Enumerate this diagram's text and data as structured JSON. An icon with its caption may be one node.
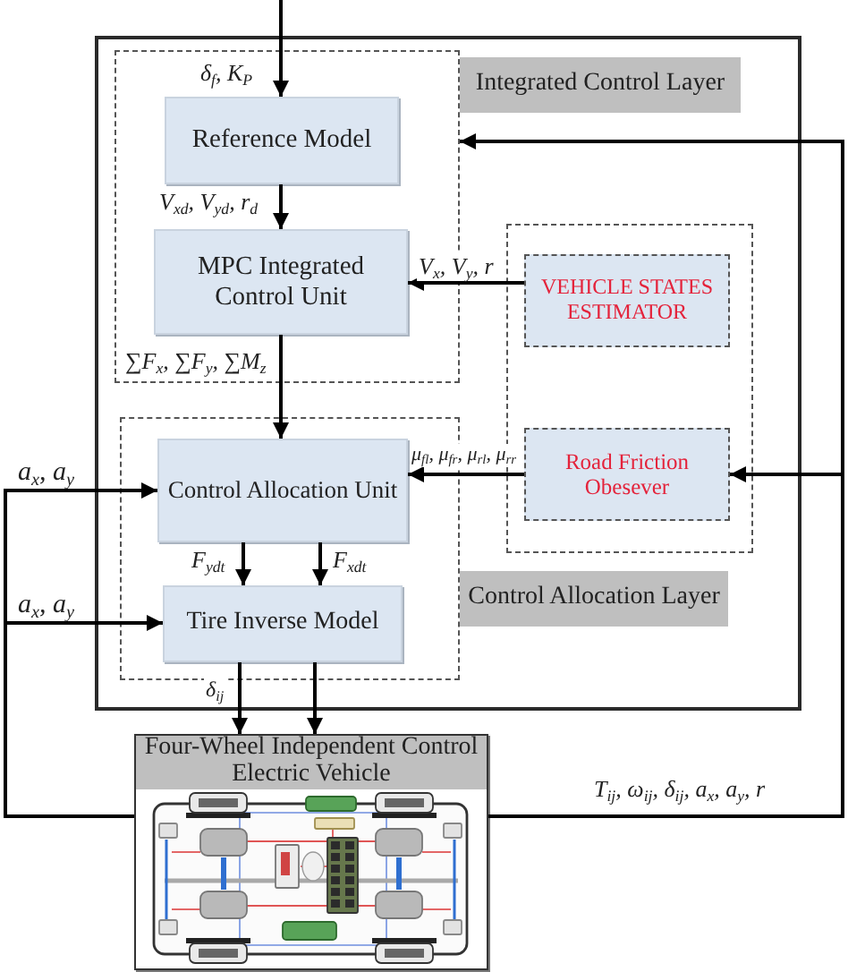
{
  "diagram": {
    "nodes": [
      {
        "text": [],
        "shape": "box"
      },
      {
        "text": [],
        "shape": "box",
        "in": 0
      },
      {
        "text": [
          "Reference Model"
        ],
        "in": 1
      },
      {
        "text": [
          "MPC Integrated Control Unit"
        ],
        "in": 1
      },
      {
        "text": [
          "Integrated Control Layer"
        ],
        "in": 0
      },
      {
        "text": [],
        "shape": "box",
        "in": 0
      },
      {
        "text": [
          "VEHICLE STATES ESTIMATOR"
        ],
        "in": 5
      },
      {
        "text": [
          "Road Friction Obesever"
        ],
        "in": 5
      },
      {
        "text": [],
        "shape": "box",
        "in": 0
      },
      {
        "text": [
          "Control Allocation Unit"
        ],
        "in": 8
      },
      {
        "text": [
          "Tire Inverse Model"
        ],
        "in": 8
      },
      {
        "text": [
          "Control Allocation Layer"
        ],
        "in": 0
      },
      {
        "text": [
          "Four-Wheel Independent Control Electric Vehicle"
        ]
      }
    ],
    "edges": [
      {
        "from": null,
        "to": 2,
        "arrow": "to",
        "label": "δ$_{f}$, K$_{P}$"
      },
      {
        "from": 2,
        "to": 3,
        "arrow": "to",
        "label": "V$_{xd}$, V$_{yd}$, r$_{d}$"
      },
      {
        "from": 6,
        "to": 3,
        "arrow": "to",
        "label": "V$_{x}$, V$_{y}$, r"
      },
      {
        "from": 3,
        "to": 9,
        "arrow": "to",
        "label": "∑F$_{x}$, ∑F$_{y}$, ∑M$_{z}$"
      },
      {
        "from": 7,
        "to": 9,
        "arrow": "to",
        "label": "μ$_{fl}$, μ$_{fr}$, μ$_{rl}$, μ$_{rr}$"
      },
      {
        "from": 9,
        "to": 10,
        "arrow": "to",
        "label": "F$_{ydt}$"
      },
      {
        "from": 9,
        "to": 10,
        "arrow": "to",
        "label": "F$_{xdt}$"
      },
      {
        "from": 10,
        "to": 12,
        "arrow": "to",
        "label": "δ$_{ij}$"
      },
      {
        "from": 10,
        "to": 12,
        "arrow": "to"
      },
      {
        "from": 12,
        "to": 1,
        "arrow": "to",
        "label": "T$_{ij}$, ω$_{ij}$, δ$_{ij}$, a$_{x}$, a$_{y}$, r"
      },
      {
        "from": 12,
        "to": 7,
        "arrow": "to"
      },
      {
        "from": 12,
        "to": 9,
        "arrow": "to",
        "label": "a$_{x}$, a$_{y}$"
      },
      {
        "from": 12,
        "to": 10,
        "arrow": "to",
        "label": "a$_{x}$, a$_{y}$"
      }
    ]
  }
}
